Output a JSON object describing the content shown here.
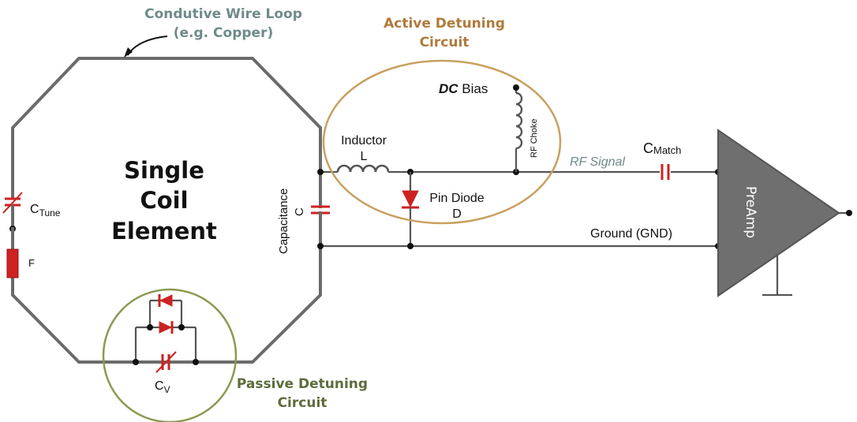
{
  "colors": {
    "wire": "#6b6b6b",
    "component_red": "#cc2222",
    "wire_loop_label": "#6f8a8a",
    "active_circle": "#c8a060",
    "active_label": "#b07a3c",
    "passive_circle": "#8a9a50",
    "passive_label": "#5f6b3c",
    "rf_signal": "#6f8a8a",
    "preamp_fill": "#6f6f6f",
    "preamp_text": "#ffffff"
  },
  "labels": {
    "wire_loop_line1": "Condutive Wire Loop",
    "wire_loop_line2": "(e.g. Copper)",
    "active_line1": "Active Detuning",
    "active_line2": "Circuit",
    "passive_line1": "Passive Detuning",
    "passive_line2": "Circuit",
    "coil_line1": "Single",
    "coil_line2": "Coil",
    "coil_line3": "Element",
    "dc_bias_italic": "DC",
    "dc_bias_rest": " Bias",
    "rf_choke": "RF Choke",
    "inductor_line1": "Inductor",
    "inductor_line2": "L",
    "pin_diode_line1": "Pin Diode",
    "pin_diode_line2": "D",
    "capacitance_line1": "Capacitance",
    "capacitance_line2": "C",
    "rf_signal": "RF Signal",
    "c_match_main": "C",
    "c_match_sub": "Match",
    "ground": "Ground (GND)",
    "preamp": "PreAmp",
    "c_tune_main": "C",
    "c_tune_sub": "Tune",
    "fuse": "F",
    "cv_main": "C",
    "cv_sub": "V"
  },
  "icons": {
    "tuning_capacitor": "variable-capacitor-icon",
    "fuse": "fuse-icon",
    "pin_diode": "diode-icon",
    "inductor": "inductor-coil-icon",
    "rf_choke": "choke-coil-icon",
    "match_capacitor": "capacitor-icon",
    "preamp": "amplifier-triangle-icon",
    "ground": "ground-icon"
  }
}
